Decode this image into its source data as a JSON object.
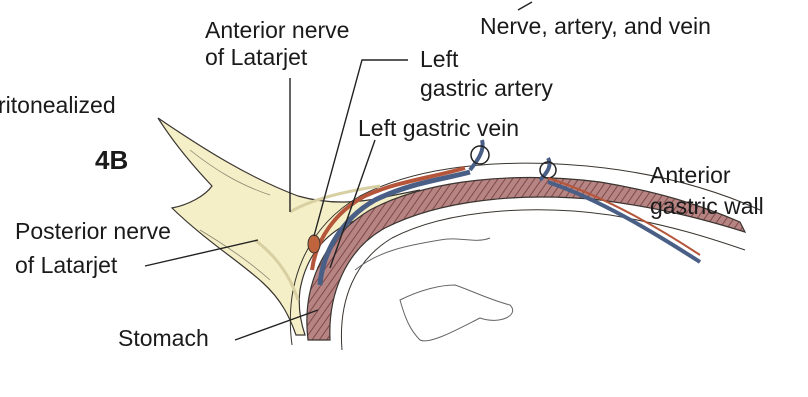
{
  "figure_label": "4B",
  "labels": {
    "peritonealized": "ritonealized",
    "nerve_artery_vein": "Nerve, artery, and vein",
    "anterior_nerve_line1": "Anterior nerve",
    "anterior_nerve_line2": "of Latarjet",
    "left_gastric_artery_line1": "Left",
    "left_gastric_artery_line2": "gastric artery",
    "left_gastric_vein": "Left gastric vein",
    "anterior_wall_line1": "Anterior",
    "anterior_wall_line2": "gastric wall",
    "posterior_nerve_line1": "Posterior nerve",
    "posterior_nerve_line2": "of Latarjet",
    "stomach": "Stomach"
  },
  "colors": {
    "omentum_fill": "#f4efc6",
    "stomach_muscle": "#9a6060",
    "artery": "#b5553a",
    "vein": "#4a5f86",
    "nerve": "#d8cfa2",
    "outline": "#3a3530"
  }
}
